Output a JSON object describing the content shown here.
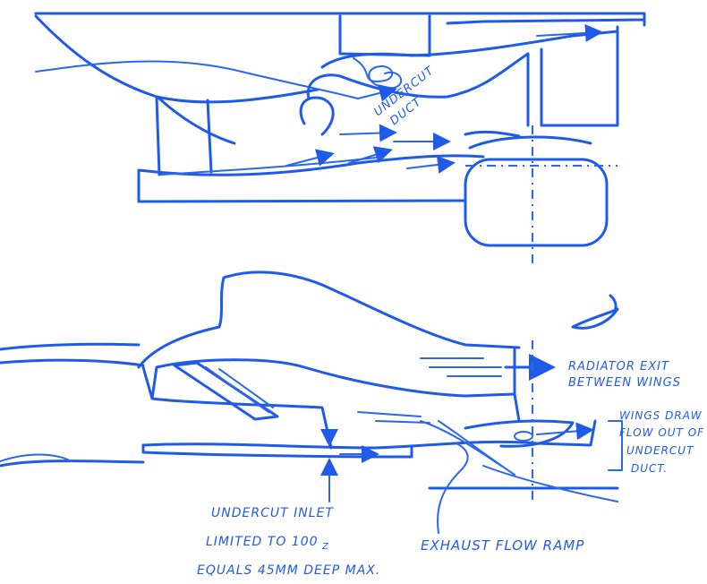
{
  "colors": {
    "ink": "#1f5be6",
    "paper": "#ffffff"
  },
  "top_view": {
    "duct_label_line1": "UNDERCUT",
    "duct_label_line2": "DUCT"
  },
  "side_view": {
    "radiator_label_line1": "RADIATOR EXIT",
    "radiator_label_line2": "BETWEEN WINGS",
    "wings_label_line1": "WINGS DRAW",
    "wings_label_line2": "FLOW OUT OF",
    "wings_label_line3": "UNDERCUT",
    "wings_label_line4": "DUCT.",
    "inlet_label_line1": "UNDERCUT INLET",
    "inlet_label_line2": "LIMITED TO 100",
    "inlet_label_sub": "Z",
    "inlet_label_line3": "EQUALS 45MM DEEP MAX.",
    "exhaust_label": "EXHAUST FLOW RAMP"
  }
}
